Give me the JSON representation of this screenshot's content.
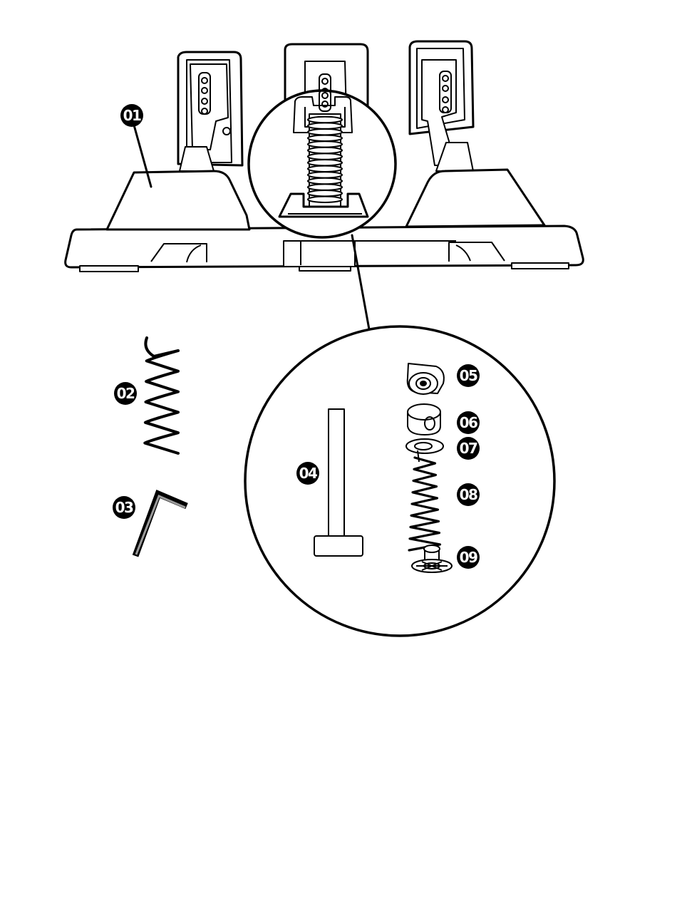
{
  "labels": {
    "c01": "01",
    "c02": "02",
    "c03": "03",
    "c04": "04",
    "c05": "05",
    "c06": "06",
    "c07": "07",
    "c08": "08",
    "c09": "09"
  }
}
